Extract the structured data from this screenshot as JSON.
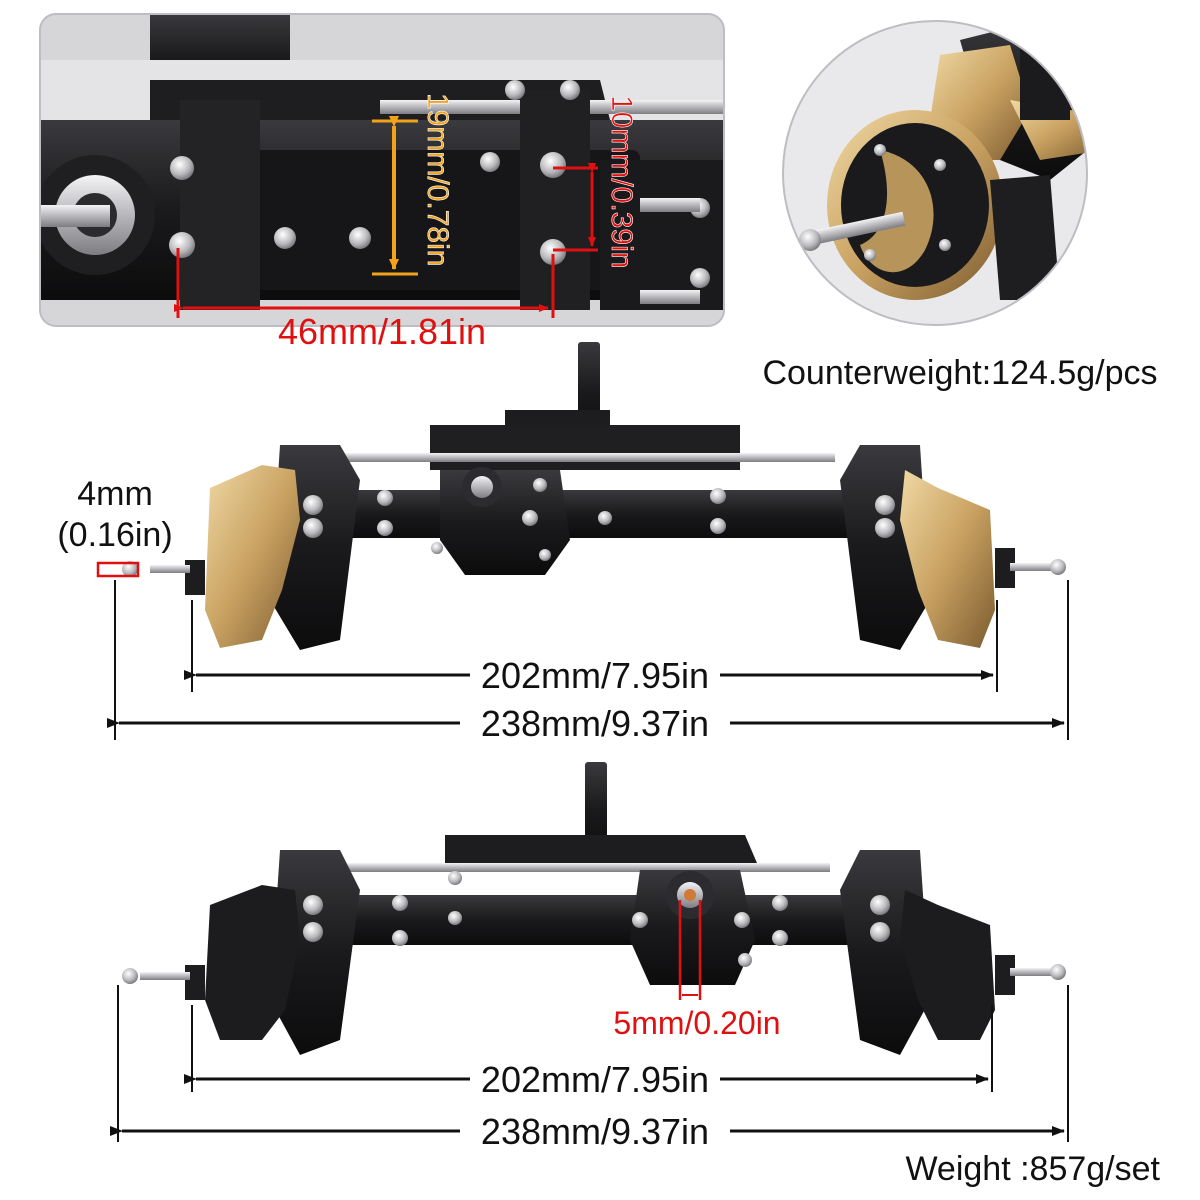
{
  "colors": {
    "black_metal": "#1b1b1d",
    "dark_metal": "#2a2a2d",
    "brass": "#c9a262",
    "brass_dark": "#8a6a3a",
    "silver": "#c8c8cc",
    "dim_red": "#e01010",
    "dim_orange": "#f2a21b",
    "dim_black": "#111111"
  },
  "closeup": {
    "width_label": "46mm/1.81in",
    "height_label": "19mm/0.78in",
    "hole_label": "10mm/0.39in"
  },
  "counterweight": {
    "label": "Counterweight:124.5g/pcs"
  },
  "front_view": {
    "shaft_label_line1": "4mm",
    "shaft_label_line2": "(0.16in)",
    "inner_width_label": "202mm/7.95in",
    "outer_width_label": "238mm/9.37in"
  },
  "rear_view": {
    "pinion_label": "5mm/0.20in",
    "inner_width_label": "202mm/7.95in",
    "outer_width_label": "238mm/9.37in"
  },
  "weight": {
    "label": "Weight :857g/set"
  },
  "icons": [
    "axle-closeup-photo",
    "counterweight-photo",
    "brass-axle-photo",
    "black-axle-photo"
  ]
}
